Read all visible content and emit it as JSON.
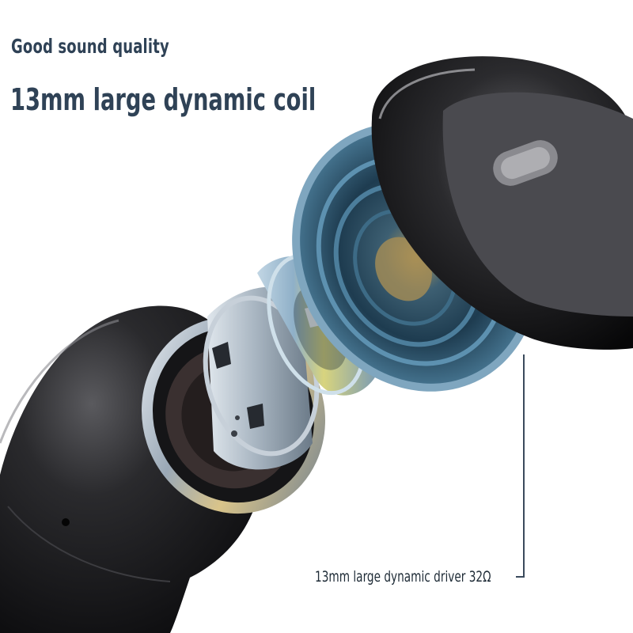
{
  "tagline": "Good sound quality",
  "headline": "13mm large dynamic coil",
  "driver_caption": "13mm large dynamic driver 32Ω",
  "colors": {
    "text_primary": "#2f4256",
    "caption_text": "#1e2b36",
    "earbud_shell": "#1a1a1c",
    "metal_ring": "#b8c4d0",
    "driver_cone": "#2a4d63",
    "accent_iridescent": "#c9c46a"
  }
}
